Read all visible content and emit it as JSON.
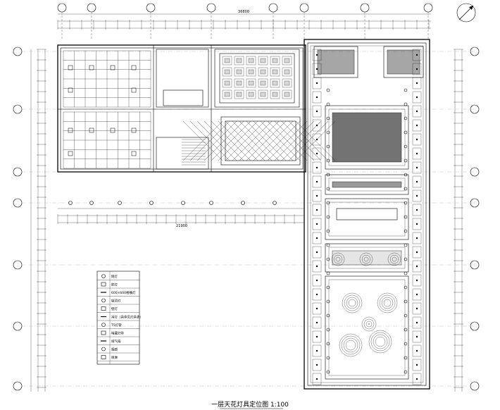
{
  "drawing": {
    "title": "一层天花灯具定位图 1:100",
    "dimensions": {
      "total_top": "36800",
      "middle_left": "21900"
    }
  },
  "legend": {
    "items": [
      {
        "symbol": "downlight",
        "label": "筒灯"
      },
      {
        "symbol": "spotlight",
        "label": "射灯"
      },
      {
        "symbol": "grille-light",
        "label": "600×600格栅灯"
      },
      {
        "symbol": "ceiling-lamp",
        "label": "吸顶灯"
      },
      {
        "symbol": "wall-lamp",
        "label": "壁灯"
      },
      {
        "symbol": "chandelier",
        "label": "吊灯（具体见灯具表）"
      },
      {
        "symbol": "fluorescent-strip",
        "label": "T5灯管"
      },
      {
        "symbol": "strip-light",
        "label": "暗藏灯带"
      },
      {
        "symbol": "exhaust-fan",
        "label": "排气扇"
      },
      {
        "symbol": "smoke-detector",
        "label": "烟感"
      },
      {
        "symbol": "sprinkler",
        "label": "喷淋"
      }
    ]
  },
  "north_arrow": {
    "icon": "north-arrow-icon"
  }
}
